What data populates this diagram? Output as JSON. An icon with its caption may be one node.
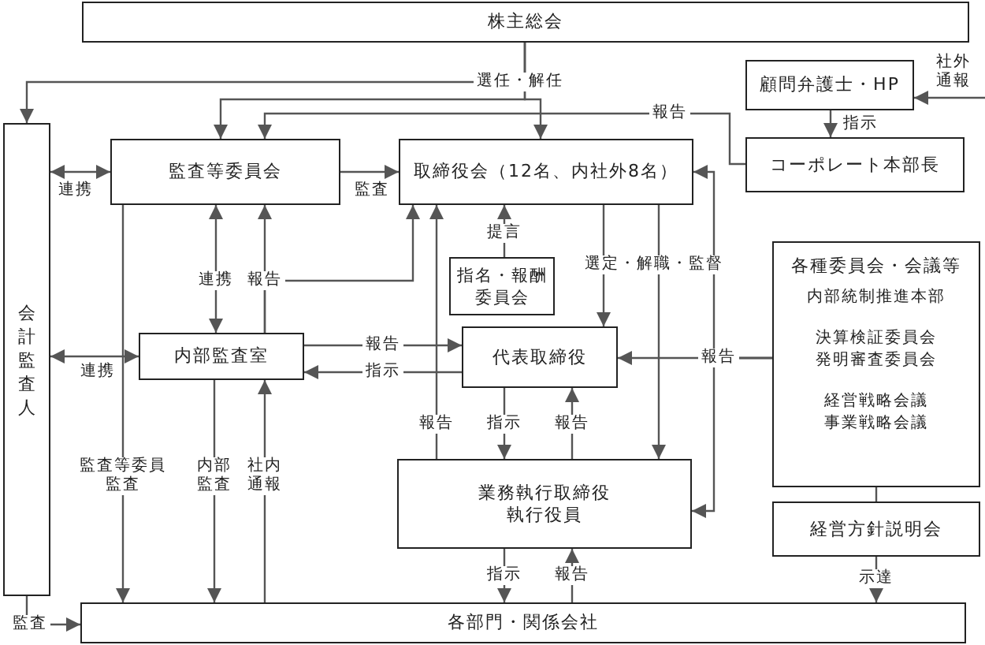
{
  "diagram": {
    "nodes": [
      {
        "text": [
          "株主総会"
        ]
      },
      {
        "text": [
          "顧問弁護士・HP"
        ]
      },
      {
        "text": [
          "コーポレート本部長"
        ]
      },
      {
        "text": [
          "会計監査人"
        ]
      },
      {
        "text": [
          "監査等委員会"
        ]
      },
      {
        "text": [
          "取締役会（12名、内社外8名）"
        ]
      },
      {
        "text": [
          "指名・報酬委員会"
        ]
      },
      {
        "text": [
          "内部監査室"
        ]
      },
      {
        "text": [
          "代表取締役"
        ]
      },
      {
        "text": [
          "各種委員会・会議等",
          "内部統制推進本部",
          "決算検証委員会",
          "発明審査委員会",
          "経営戦略会議",
          "事業戦略会議"
        ]
      },
      {
        "text": [
          "業務執行取締役",
          "執行役員"
        ]
      },
      {
        "text": [
          "経営方針説明会"
        ]
      },
      {
        "text": [
          "各部門・関係会社"
        ]
      }
    ],
    "edges": [
      {
        "from": 0,
        "to": 3,
        "arrow": "to",
        "label": "選任・解任"
      },
      {
        "from": 0,
        "to": 4,
        "arrow": "to"
      },
      {
        "from": 0,
        "to": 5,
        "arrow": "to"
      },
      {
        "from": null,
        "to": 1,
        "arrow": "to",
        "label": "社外通報"
      },
      {
        "from": 1,
        "to": 2,
        "arrow": "to",
        "label": "指示"
      },
      {
        "from": 2,
        "to": 4,
        "arrow": "to",
        "label": "報告"
      },
      {
        "from": 3,
        "to": 4,
        "arrow": "both",
        "label": "連携"
      },
      {
        "from": 4,
        "to": 5,
        "arrow": "to",
        "label": "監査"
      },
      {
        "from": 4,
        "to": 7,
        "arrow": "both",
        "label": "連携"
      },
      {
        "from": 7,
        "to": 4,
        "arrow": "to",
        "label": "報告"
      },
      {
        "from": 7,
        "to": 5,
        "arrow": "to"
      },
      {
        "from": 3,
        "to": 7,
        "arrow": "both",
        "label": "連携"
      },
      {
        "from": 6,
        "to": 5,
        "arrow": "to",
        "label": "提言"
      },
      {
        "from": 5,
        "to": 8,
        "arrow": "to",
        "label": "選定・解職・監督"
      },
      {
        "from": 5,
        "to": 10,
        "arrow": "to"
      },
      {
        "from": 7,
        "to": 8,
        "arrow": "to",
        "label": "報告"
      },
      {
        "from": 8,
        "to": 7,
        "arrow": "to",
        "label": "指示"
      },
      {
        "from": 9,
        "to": 8,
        "arrow": "to",
        "label": "報告"
      },
      {
        "from": 9,
        "to": 5,
        "arrow": "to"
      },
      {
        "from": 9,
        "to": 10,
        "arrow": "to"
      },
      {
        "from": 10,
        "to": 5,
        "arrow": "to",
        "label": "報告"
      },
      {
        "from": 8,
        "to": 10,
        "arrow": "to",
        "label": "指示"
      },
      {
        "from": 10,
        "to": 8,
        "arrow": "to",
        "label": "報告"
      },
      {
        "from": 9,
        "to": 11,
        "arrow": "none"
      },
      {
        "from": 10,
        "to": 12,
        "arrow": "to",
        "label": "指示"
      },
      {
        "from": 12,
        "to": 10,
        "arrow": "to",
        "label": "報告"
      },
      {
        "from": 11,
        "to": 12,
        "arrow": "to",
        "label": "示達"
      },
      {
        "from": 4,
        "to": 12,
        "arrow": "to",
        "label": "監査等委員監査"
      },
      {
        "from": 7,
        "to": 12,
        "arrow": "to",
        "label": "内部監査"
      },
      {
        "from": 12,
        "to": 7,
        "arrow": "to",
        "label": "社内通報"
      },
      {
        "from": 3,
        "to": 12,
        "arrow": "to",
        "label": "監査"
      }
    ]
  }
}
